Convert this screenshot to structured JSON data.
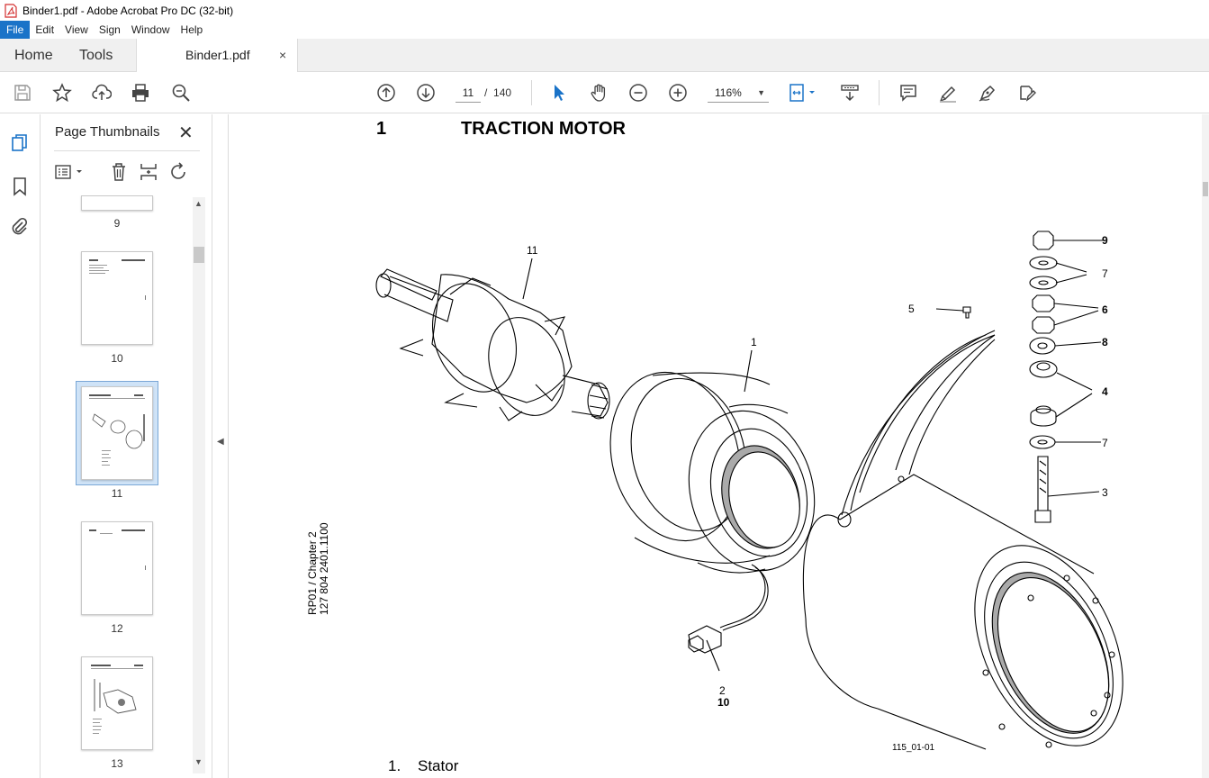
{
  "window": {
    "title": "Binder1.pdf - Adobe Acrobat Pro DC (32-bit)"
  },
  "menu": {
    "items": [
      "File",
      "Edit",
      "View",
      "Sign",
      "Window",
      "Help"
    ]
  },
  "tabs": {
    "home": "Home",
    "tools": "Tools",
    "document": "Binder1.pdf",
    "close": "×"
  },
  "toolbar": {
    "current_page": "11",
    "page_separator": "/",
    "total_pages": "140",
    "zoom": "116%"
  },
  "panel": {
    "title": "Page Thumbnails",
    "close": "✕",
    "thumbnails": [
      {
        "label": "9"
      },
      {
        "label": "10"
      },
      {
        "label": "11",
        "selected": true
      },
      {
        "label": "12"
      },
      {
        "label": "13"
      }
    ]
  },
  "document": {
    "section_number": "1",
    "section_title": "TRACTION MOTOR",
    "side_reference_line1": "RP01 / Chapter 2",
    "side_reference_line2": "127 804 2401.1100",
    "figure_id": "115_01-01",
    "callouts": [
      "11",
      "9",
      "7",
      "5",
      "1",
      "6",
      "8",
      "4",
      "7",
      "3",
      "2",
      "10"
    ],
    "legend_number": "1.",
    "legend_text": "Stator"
  },
  "colors": {
    "accent": "#1a73c8",
    "selected_thumb": "#cfe3f7"
  }
}
